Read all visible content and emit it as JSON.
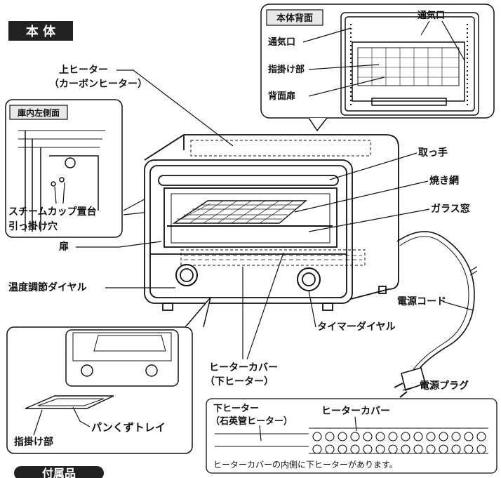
{
  "title": "本 体",
  "rear_view": {
    "heading": "本体背面",
    "vent_right": "通気口",
    "vent_left": "通気口",
    "finger_grip": "指掛け部",
    "back_door": "背面扉"
  },
  "left_inner": {
    "heading": "庫内左側面",
    "steam_line1": "スチームカップ置台",
    "steam_line2": "引っ掛け穴"
  },
  "labels": {
    "upper_heater_1": "上ヒーター",
    "upper_heater_2": "（カーボンヒーター）",
    "handle": "取っ手",
    "grill": "焼き網",
    "glass": "ガラス窓",
    "door": "扉",
    "temp_dial": "温度調節ダイヤル",
    "power_cord": "電源コード",
    "timer_dial": "タイマーダイヤル",
    "heater_cover_1": "ヒーターカバー",
    "heater_cover_2": "（下ヒーター）",
    "power_plug": "電源プラグ"
  },
  "tray_inset": {
    "finger_grip": "指掛け部",
    "crumb_tray": "パンくずトレイ"
  },
  "heater_inset": {
    "lower_heater_1": "下ヒーター",
    "lower_heater_2": "（石英管ヒーター）",
    "cover": "ヒーターカバー",
    "note": "ヒーターカバーの内側に下ヒーターがあります。"
  },
  "accessories": "付属品"
}
